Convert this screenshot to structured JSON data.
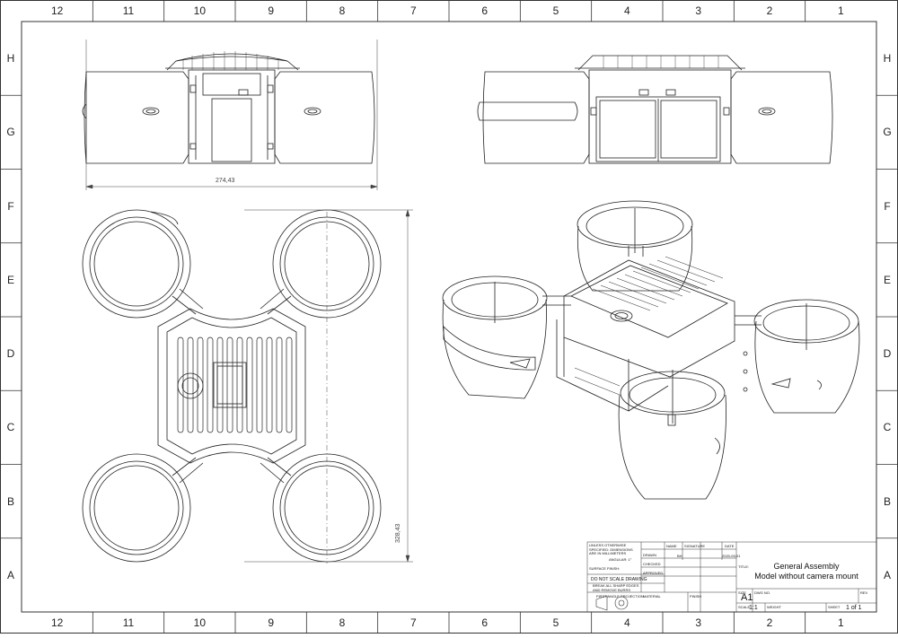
{
  "columns": [
    "12",
    "11",
    "10",
    "9",
    "8",
    "7",
    "6",
    "5",
    "4",
    "3",
    "2",
    "1"
  ],
  "rows": [
    "H",
    "G",
    "F",
    "E",
    "D",
    "C",
    "B",
    "A"
  ],
  "dimensions": {
    "width": "274,43",
    "height": "328,43"
  },
  "title_block": {
    "general_notes": "UNLESS OTHERWISE SPECIFIED: DIMENSIONS ARE IN MILLIMETERS",
    "angular": "ANGULAR: 1°",
    "surface_finish": "SURFACE FINISH:",
    "do_not_scale": "DO NOT SCALE DRAWING",
    "break_edges": "BREAK ALL SHARP EDGES AND REMOVE BURRS",
    "projection": "FIRST ANGLE PROJECTION",
    "material_label": "MATERIAL",
    "finish_label": "FINISH",
    "name_header": "NAME",
    "signature_header": "SIGNATURE",
    "date_header": "DATE",
    "drawn_label": "DRAWN",
    "drawn_by": "BH",
    "drawn_date": "2020-09-01",
    "checked_label": "CHECKED",
    "approved_label": "APPROVED",
    "title_label": "TITLE:",
    "title_line1": "General Assembly",
    "title_line2": "Model without camera mount",
    "size_label": "SIZE",
    "size_value": "A1",
    "dwg_label": "DWG NO.",
    "rev_label": "REV",
    "scale_label": "SCALE",
    "scale_value": "1:1",
    "weight_label": "WEIGHT",
    "sheet_label": "SHEET",
    "sheet_value": "1 of 1"
  }
}
